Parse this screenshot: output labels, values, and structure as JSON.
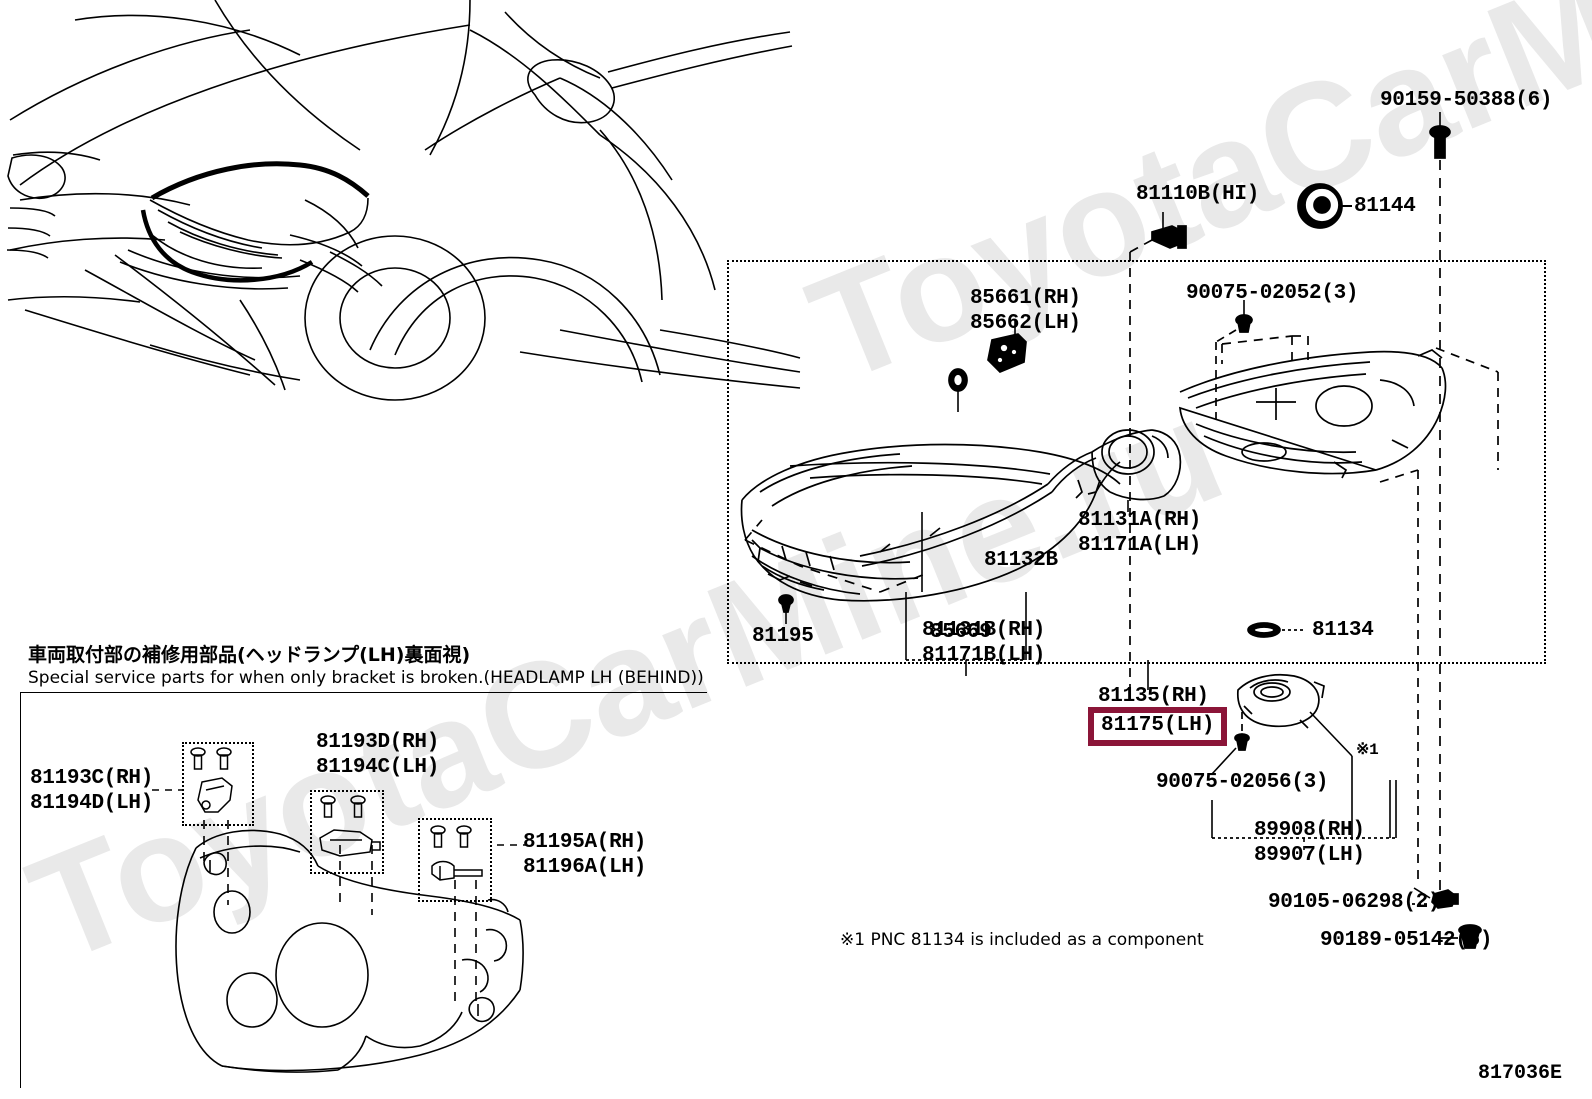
{
  "diagram": {
    "id": "817036E",
    "watermark": "ToyotaCarMine.ru",
    "highlighted_part": "81175(LH)"
  },
  "vehicle_view": {
    "name": "front-quarter-view-with-headlamp-highlighted"
  },
  "special_parts_panel": {
    "caption_jp": "車両取付部の補修用部品(ヘッドランプ(LH)裏面視)",
    "caption_en": "Special service parts for when only bracket is broken.(HEADLAMP LH (BEHIND))",
    "labels": [
      {
        "line1": "81193C(RH)",
        "line2": "81194D(LH)"
      },
      {
        "line1": "81193D(RH)",
        "line2": "81194C(LH)"
      },
      {
        "line1": "81195A(RH)",
        "line2": "81196A(LH)"
      }
    ]
  },
  "main_panel": {
    "parts": [
      {
        "label": "90159-50388(6)"
      },
      {
        "label": "81110B(HI)"
      },
      {
        "label": "81144"
      },
      {
        "label": "90075-02052(3)"
      },
      {
        "line1": "85661(RH)",
        "line2": "85662(LH)"
      },
      {
        "label": "85669"
      },
      {
        "line1": "81131A(RH)",
        "line2": "81171A(LH)"
      },
      {
        "label": "81132B"
      },
      {
        "line1": "81131B(RH)",
        "line2": "81171B(LH)"
      },
      {
        "label": "81195"
      },
      {
        "label": "81134"
      },
      {
        "label": "81135(RH)"
      },
      {
        "label": "81175(LH)"
      },
      {
        "label": "90075-02056(3)"
      },
      {
        "line1": "89908(RH)",
        "line2": "89907(LH)"
      },
      {
        "label": "90105-06298(2)"
      },
      {
        "label": "90189-05142(6)"
      },
      {
        "label": "※1"
      }
    ],
    "footnote": "※1  PNC 81134 is included as a component"
  }
}
